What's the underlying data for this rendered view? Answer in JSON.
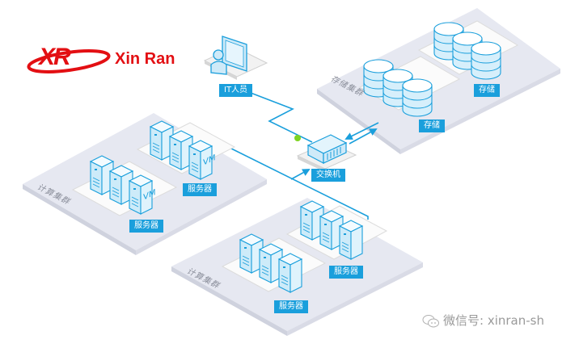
{
  "brand": {
    "logo_mark": "XR",
    "logo_text": "Xin Ran",
    "color": "#e30f13"
  },
  "colors": {
    "accent": "#1a9fdc",
    "line": "#1a9fdc",
    "node_dot": "#7ed321",
    "platform": "#e4e6ef",
    "platform_edge": "#c9ccd8"
  },
  "nodes": {
    "it_staff": {
      "label": "IT人员",
      "icon": "monitor-user-icon"
    },
    "switch": {
      "label": "交换机",
      "icon": "network-switch-icon"
    }
  },
  "clusters": {
    "storage": {
      "name": "存储集群",
      "groups": [
        {
          "label": "存储",
          "icon": "database-icon",
          "count": 3
        },
        {
          "label": "存储",
          "icon": "database-icon",
          "count": 3
        }
      ]
    },
    "compute_top": {
      "name": "计算集群",
      "groups": [
        {
          "label": "服务器",
          "icon": "server-icon",
          "count": 3,
          "vm_tag": "VM"
        },
        {
          "label": "服务器",
          "icon": "server-icon",
          "count": 3,
          "vm_tag": "VM"
        }
      ]
    },
    "compute_bottom": {
      "name": "计算集群",
      "groups": [
        {
          "label": "服务器",
          "icon": "server-icon",
          "count": 3
        },
        {
          "label": "服务器",
          "icon": "server-icon",
          "count": 3
        }
      ]
    }
  },
  "watermark": {
    "icon": "wechat-icon",
    "text": "微信号: xinran-sh"
  }
}
